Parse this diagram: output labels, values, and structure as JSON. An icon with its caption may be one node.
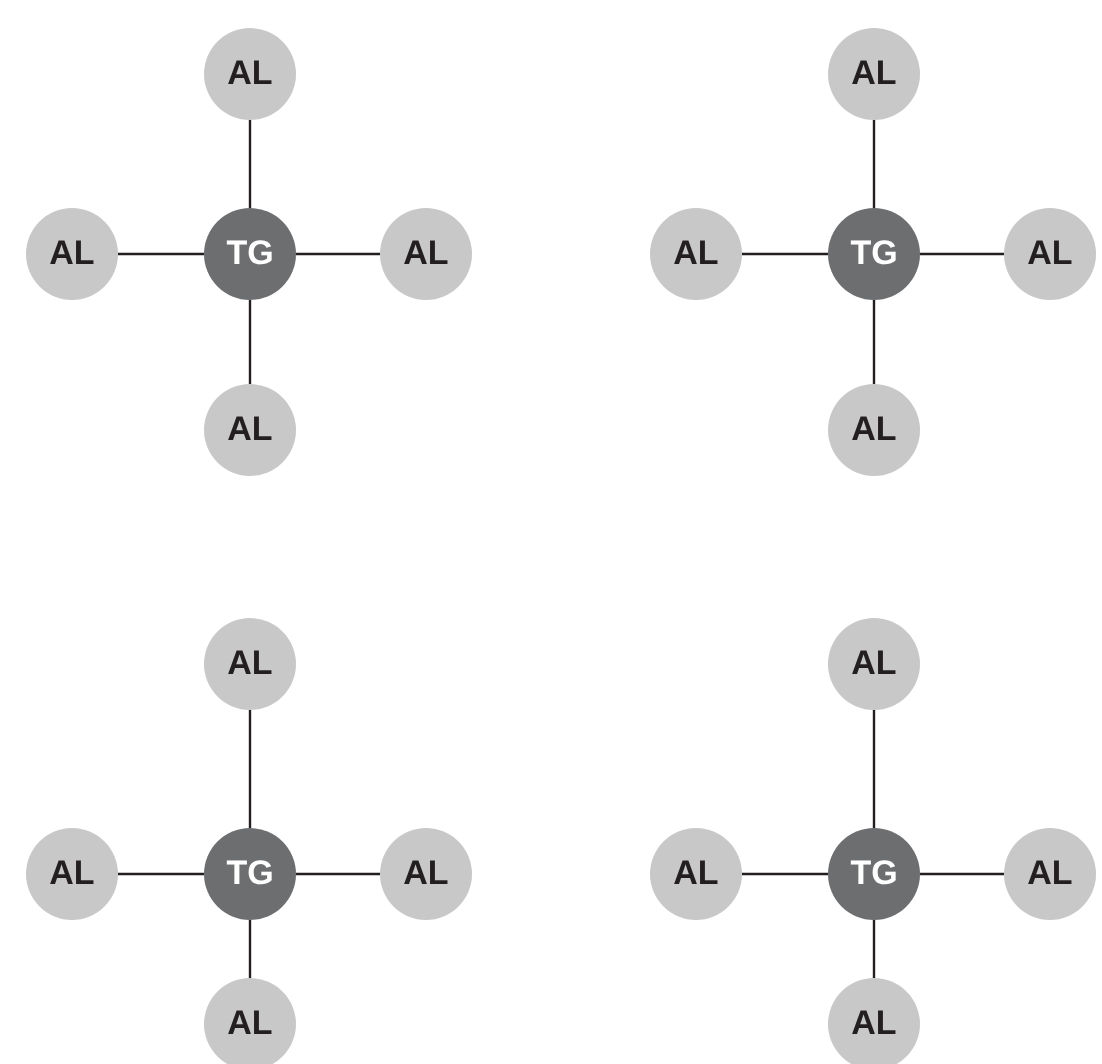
{
  "diagram": {
    "nodes": [
      {
        "text": [
          "AL"
        ]
      },
      {
        "text": [
          "AL"
        ]
      },
      {
        "text": [
          "TG"
        ]
      },
      {
        "text": [
          "AL"
        ]
      },
      {
        "text": [
          "AL"
        ]
      },
      {
        "text": [
          "AL"
        ]
      },
      {
        "text": [
          "AL"
        ]
      },
      {
        "text": [
          "TG"
        ]
      },
      {
        "text": [
          "AL"
        ]
      },
      {
        "text": [
          "AL"
        ]
      },
      {
        "text": [
          "AL"
        ]
      },
      {
        "text": [
          "AL"
        ]
      },
      {
        "text": [
          "TG"
        ]
      },
      {
        "text": [
          "AL"
        ]
      },
      {
        "text": [
          "AL"
        ]
      },
      {
        "text": [
          "AL"
        ]
      },
      {
        "text": [
          "AL"
        ]
      },
      {
        "text": [
          "TG"
        ]
      },
      {
        "text": [
          "AL"
        ]
      },
      {
        "text": [
          "AL"
        ]
      }
    ],
    "edges": [
      {
        "from": 2,
        "to": 0,
        "arrow": "none"
      },
      {
        "from": 2,
        "to": 1,
        "arrow": "none"
      },
      {
        "from": 2,
        "to": 3,
        "arrow": "none"
      },
      {
        "from": 2,
        "to": 4,
        "arrow": "none"
      },
      {
        "from": 7,
        "to": 5,
        "arrow": "none"
      },
      {
        "from": 7,
        "to": 6,
        "arrow": "none"
      },
      {
        "from": 7,
        "to": 8,
        "arrow": "none"
      },
      {
        "from": 7,
        "to": 9,
        "arrow": "none"
      },
      {
        "from": 12,
        "to": 10,
        "arrow": "none"
      },
      {
        "from": 12,
        "to": 11,
        "arrow": "none"
      },
      {
        "from": 12,
        "to": 13,
        "arrow": "none"
      },
      {
        "from": 12,
        "to": 14,
        "arrow": "none"
      },
      {
        "from": 17,
        "to": 15,
        "arrow": "none"
      },
      {
        "from": 17,
        "to": 16,
        "arrow": "none"
      },
      {
        "from": 17,
        "to": 18,
        "arrow": "none"
      },
      {
        "from": 17,
        "to": 19,
        "arrow": "none"
      }
    ]
  }
}
